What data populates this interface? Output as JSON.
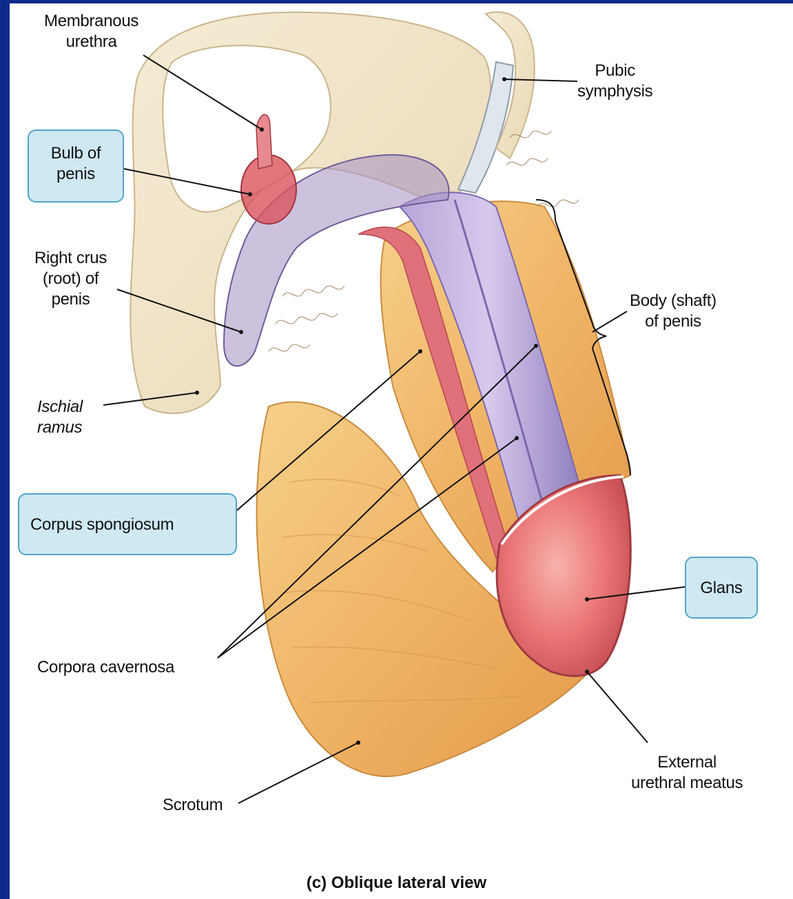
{
  "labels": {
    "membranous_urethra": [
      "Membranous",
      "urethra"
    ],
    "pubic_symphysis": [
      "Pubic",
      "symphysis"
    ],
    "bulb_of_penis": [
      "Bulb of",
      "penis"
    ],
    "right_crus": [
      "Right crus",
      "(root) of",
      "penis"
    ],
    "body_shaft": [
      "Body (shaft)",
      "of penis"
    ],
    "ischial_ramus": [
      "Ischial",
      "ramus"
    ],
    "corpus_spongiosum": "Corpus spongiosum",
    "glans": "Glans",
    "corpora_cavernosa": "Corpora cavernosa",
    "external_urethral_meatus": [
      "External",
      "urethral meatus"
    ],
    "scrotum": "Scrotum"
  },
  "caption": "(c) Oblique lateral view",
  "colors": {
    "frame": "#0b2a8a",
    "highlight_box_fill": "#cfe9f3",
    "highlight_box_border": "#4fa4c8",
    "bone": "#f1e6cc",
    "skin": "#f0b86a",
    "corpora": "#a897cf",
    "spongiosum": "#e0707a",
    "glans": "#ec7a7a"
  }
}
